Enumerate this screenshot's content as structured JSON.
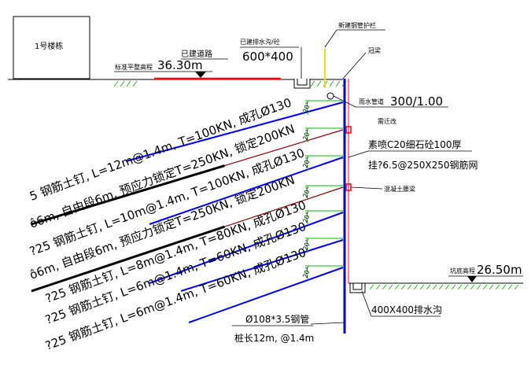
{
  "building": {
    "label": "1号楼栋"
  },
  "ground": {
    "level_label": "标准平整高程",
    "level_value": "36.30m"
  },
  "road": {
    "label": "已建道路"
  },
  "top_drain": {
    "label": "已建排水沟/砼",
    "size": "600*400"
  },
  "railing": {
    "label": "新建钢管护栏"
  },
  "cap_beam": {
    "label": "冠梁"
  },
  "rain_pipe": {
    "label": "雨水管道",
    "size": "300/1.00",
    "note": "需迁改"
  },
  "shotcrete": {
    "line1": "素喷C20细石砼100厚",
    "line2": "挂?6.5@250X250钢筋网"
  },
  "waler": {
    "label": "混凝土腰梁"
  },
  "pit_bottom": {
    "label": "坑底高程",
    "value": "26.50m"
  },
  "bottom_drain": {
    "label": "400X400排水沟"
  },
  "pile": {
    "line1": "Ø108*3.5钢管",
    "line2": "桩长12m, @1.4m"
  },
  "angle_label": "20°",
  "anchors": [
    {
      "text": "5 钢筋土钉, L=12m@1.4m, T=100KN, 成孔Ø130"
    },
    {
      "text": "ô6m, 自由段6m, 预应力锁定T=250KN, 锁定200KN"
    },
    {
      "text": "ô6m, 自由段6m, 预应力锁定T=250KN, 锁定200KN"
    },
    {
      "text": "?25 钢筋土钉, L=10m@1.4m, T=100KN, 成孔Ø130"
    },
    {
      "text": "ô6m, 自由段6m, 预应力锁定T=250KN, 锁定200KN"
    },
    {
      "text": "?25 钢筋土钉, L=8m@1.4m, T=80KN, 成孔Ø130"
    },
    {
      "text": "?25 钢筋土钉, L=6m@1.4m, T=60KN, 成孔Ø130"
    },
    {
      "text": "?25 钢筋土钉, L=6m@1.4m, T=60KN, 成孔Ø130"
    }
  ],
  "colors": {
    "wall": "#0000ff",
    "nail": "#0000ff",
    "road": "#ff0000",
    "anchor_bonded": "#000000",
    "anchor_free": "#8b0000",
    "waler": "#ff0000",
    "angle": "#00c000",
    "hatch": "#00b000",
    "railing": "#e6e600"
  }
}
